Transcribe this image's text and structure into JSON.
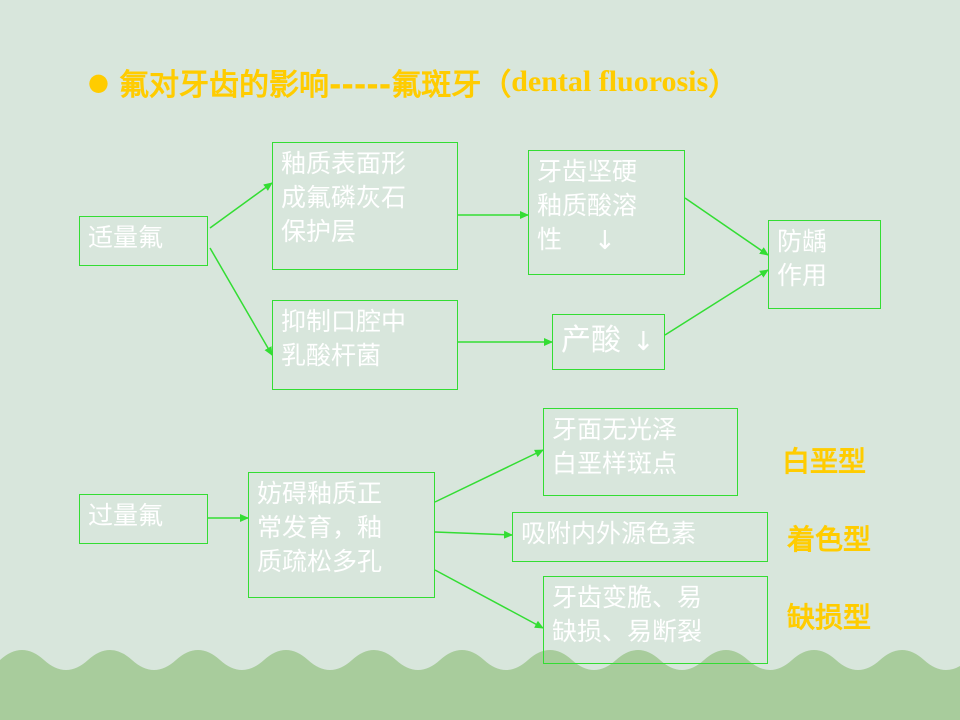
{
  "title": {
    "bullet": "●",
    "zh": "氟对牙齿的影响-----氟斑牙（",
    "en": "dental fluorosis",
    "close": "）"
  },
  "colors": {
    "background": "#d8e6dc",
    "wave": "#a8cc9c",
    "box_border": "#33dd33",
    "box_text": "#ffffff",
    "accent": "#ffcc00"
  },
  "diagram": {
    "moderate": "适量氟",
    "enamel_surface": [
      "釉质表面形",
      "成氟磷灰石",
      "保护层"
    ],
    "inhibit_bacteria": [
      "抑制口腔中",
      "乳酸杆菌"
    ],
    "hardness": [
      "牙齿坚硬",
      "釉质酸溶",
      "性"
    ],
    "acid": "产酸",
    "anticaries": [
      "防龋",
      "作用"
    ],
    "excess": "过量氟",
    "interfere": [
      "妨碍釉质正",
      "常发育，釉",
      "质疏松多孔"
    ],
    "chalky": [
      "牙面无光泽",
      "白垩样斑点"
    ],
    "pigment": "吸附内外源色素",
    "brittle": [
      "牙齿变脆、易",
      "缺损、易断裂"
    ],
    "down_arrow": "↓"
  },
  "types": {
    "chalky": "白垩型",
    "stained": "着色型",
    "defect": "缺损型"
  }
}
